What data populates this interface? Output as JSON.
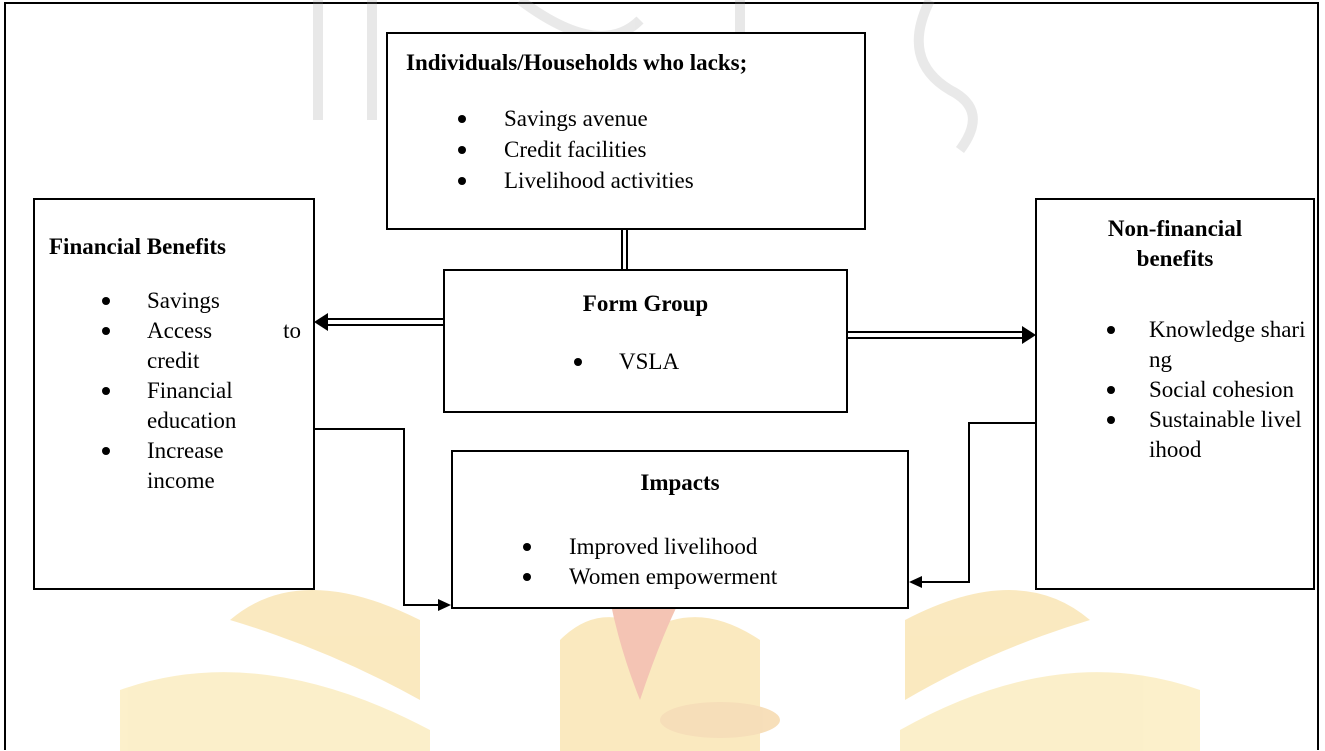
{
  "diagram": {
    "top_box": {
      "title": "Individuals/Households who lacks;",
      "items": [
        "Savings avenue",
        "Credit facilities",
        "Livelihood activities"
      ]
    },
    "financial_box": {
      "title": "Financial Benefits",
      "items": {
        "savings": "Savings",
        "access_word_1": "Access",
        "access_word_2": "to",
        "access_word_3": "credit",
        "financial_line_1": "Financial",
        "financial_line_2": "education",
        "increase_line_1": "Increase",
        "increase_line_2": "income"
      }
    },
    "form_box": {
      "title": "Form Group",
      "items": [
        "VSLA"
      ]
    },
    "impacts_box": {
      "title": "Impacts",
      "items": [
        "Improved livelihood",
        "Women empowerment"
      ]
    },
    "nonfinancial_box": {
      "title_line_1": "Non-financial",
      "title_line_2": "benefits",
      "items": [
        "Knowledge sharing",
        "Social cohesion",
        "Sustainable livelihood"
      ]
    },
    "colors": {
      "line": "#000000",
      "watermark_gold": "#f2c14a",
      "watermark_red": "#e05a2a",
      "watermark_gray": "#cccccc"
    }
  }
}
